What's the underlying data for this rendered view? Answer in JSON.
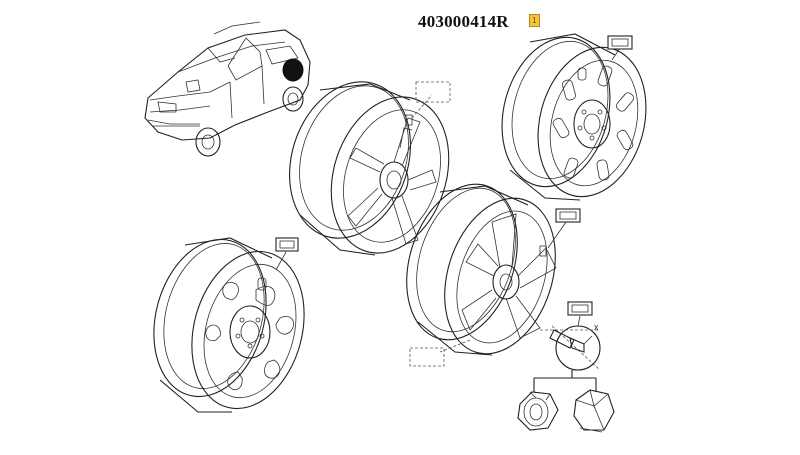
{
  "diagram": {
    "part_number": "403000414R",
    "marker_label": "1",
    "marker_color": "#f5c542",
    "vehicle": "suv-illustration",
    "wheels": [
      {
        "id": "alloy-wheel-multi-spoke"
      },
      {
        "id": "steel-wheel-top-right"
      },
      {
        "id": "steel-wheel-bottom-left"
      },
      {
        "id": "alloy-wheel-five-spoke"
      }
    ],
    "hardware": [
      "wheel-bolt",
      "lug-nut-open",
      "lug-nut-capped"
    ],
    "axis_mark": "x"
  }
}
